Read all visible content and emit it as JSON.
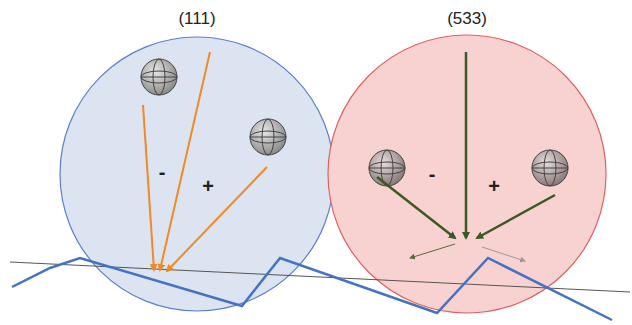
{
  "diagram": {
    "nodes": [
      {
        "text": [
          "(111)",
          "-",
          "+"
        ]
      },
      {
        "text": [
          "(533)",
          "-",
          "+"
        ]
      }
    ]
  }
}
